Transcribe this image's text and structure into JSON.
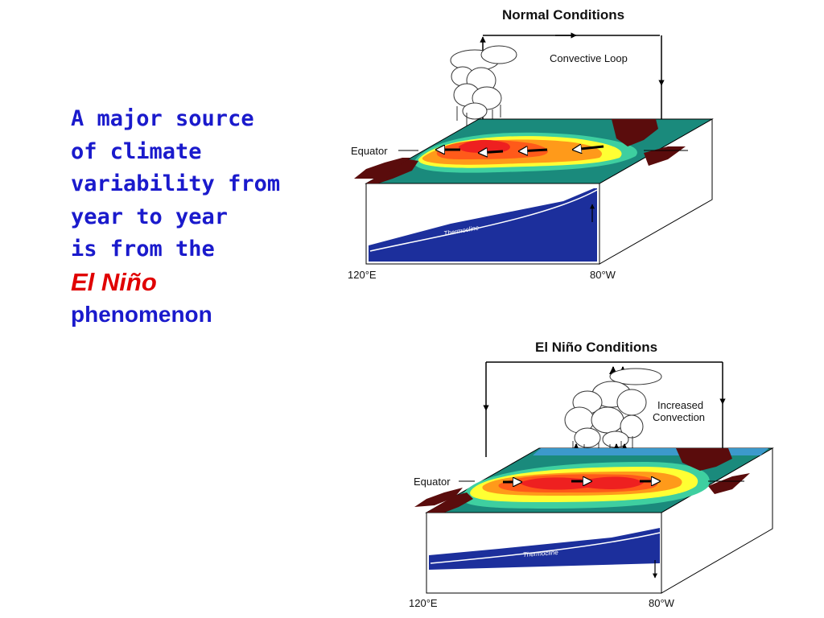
{
  "slide": {
    "text_lines": [
      "A major source",
      "of climate",
      "variability from",
      "year to year",
      "is from the"
    ],
    "highlight": "El Niño",
    "last_line": "phenomenon"
  },
  "colors": {
    "text": "#1a1acc",
    "highlight": "#e00000",
    "deep_ocean": "#1c2f9c",
    "land": "#5a0c0c"
  },
  "normal": {
    "title": "Normal Conditions",
    "loop_label": "Convective Loop",
    "equator_label": "Equator",
    "thermocline_label": "Thermocline",
    "lon_west": "120°E",
    "lon_east": "80°W"
  },
  "elnino": {
    "title": "El Niño Conditions",
    "convection_label_1": "Increased",
    "convection_label_2": "Convection",
    "equator_label": "Equator",
    "thermocline_label": "Thermocline",
    "lon_west": "120°E",
    "lon_east": "80°W"
  }
}
